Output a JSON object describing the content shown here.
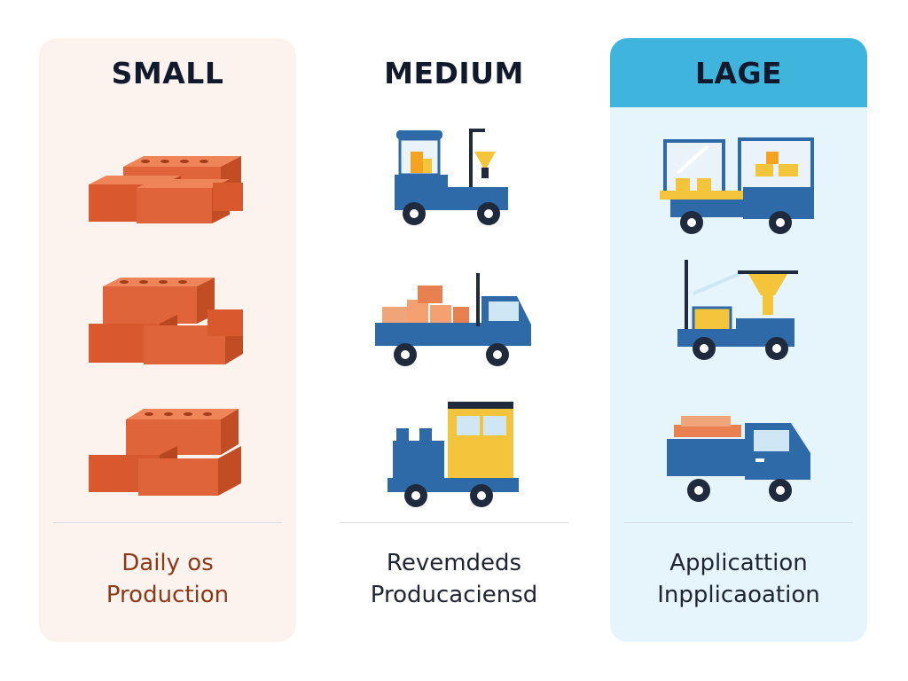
{
  "columns": [
    {
      "title": "SMALL",
      "caption_line1": "Daily os",
      "caption_line2": "Production",
      "icons": [
        "brick-stack-icon",
        "brick-stack-icon",
        "brick-stack-icon"
      ]
    },
    {
      "title": "MEDIUM",
      "caption_line1": "Revemdeds",
      "caption_line2": "Producaciensd",
      "icons": [
        "cart-icon",
        "flatbed-truck-icon",
        "truck-icon"
      ]
    },
    {
      "title": "LAGE",
      "caption_line1": "Applicattion",
      "caption_line2": "Inpplicaoation",
      "icons": [
        "delivery-truck-icon",
        "forklift-icon",
        "dump-truck-icon"
      ]
    }
  ],
  "colors": {
    "brick": "#e0643a",
    "brick_top": "#ee8458",
    "blue": "#2f6aa8",
    "yellow": "#f4c43a",
    "large_header": "#3fb5de",
    "small_bg": "#fdf3ee",
    "large_bg": "#e6f4fb"
  }
}
